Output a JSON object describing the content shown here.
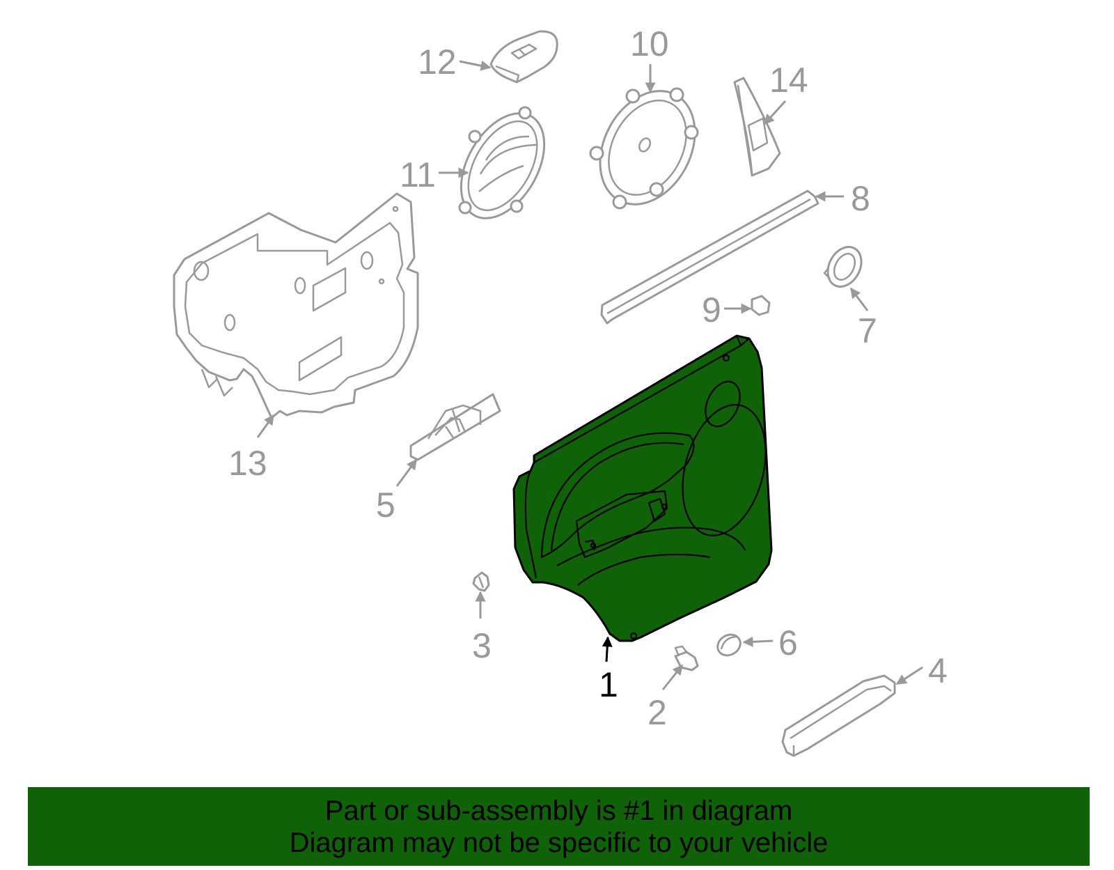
{
  "diagram": {
    "highlight_color": "#0f6208",
    "line_color": "#999999",
    "highlighted_part": "1",
    "callouts": {
      "c1": "1",
      "c2": "2",
      "c3": "3",
      "c4": "4",
      "c5": "5",
      "c6": "6",
      "c7": "7",
      "c8": "8",
      "c9": "9",
      "c10": "10",
      "c11": "11",
      "c12": "12",
      "c13": "13",
      "c14": "14"
    }
  },
  "banner": {
    "background": "#0f6208",
    "line1": "Part or sub-assembly is #1 in diagram",
    "line2": "Diagram may not be specific to your vehicle"
  }
}
